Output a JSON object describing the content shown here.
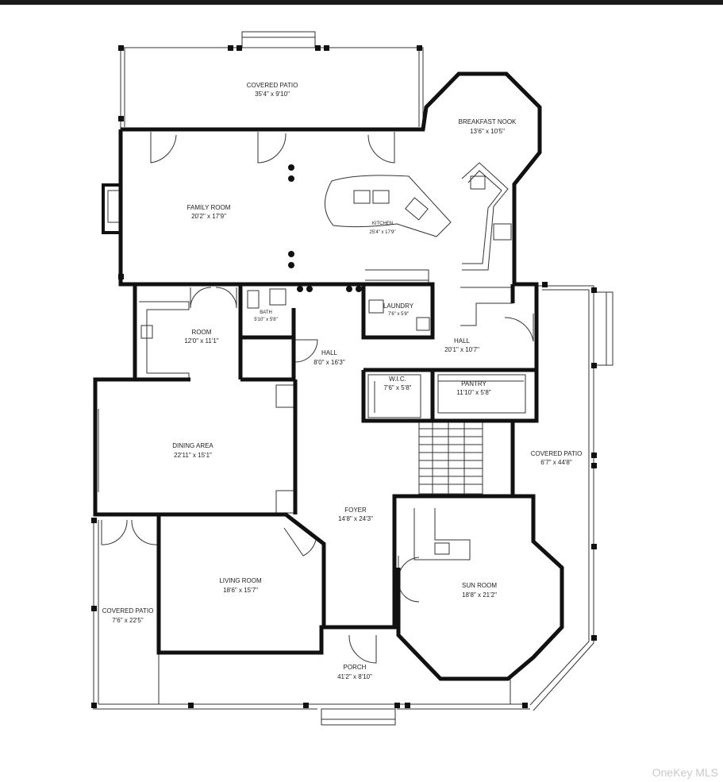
{
  "rooms": [
    {
      "key": "covered_patio_top",
      "name": "COVERED PATIO",
      "dims": "35'4\" x 9'10\""
    },
    {
      "key": "breakfast_nook",
      "name": "BREAKFAST NOOK",
      "dims": "13'6\" x 10'5\""
    },
    {
      "key": "family_room",
      "name": "FAMILY ROOM",
      "dims": "20'2\" x 17'9\""
    },
    {
      "key": "kitchen",
      "name": "KITCHEN",
      "dims": "25'4\" x 17'9\""
    },
    {
      "key": "laundry",
      "name": "LAUNDRY",
      "dims": "7'6\" x 5'8\""
    },
    {
      "key": "bath",
      "name": "BATH",
      "dims": "5'10\" x 5'8\""
    },
    {
      "key": "room",
      "name": "ROOM",
      "dims": "12'0\" x 11'1\""
    },
    {
      "key": "hall_small",
      "name": "HALL",
      "dims": "8'0\" x 16'3\""
    },
    {
      "key": "hall_main",
      "name": "HALL",
      "dims": "20'1\" x 10'7\""
    },
    {
      "key": "wic",
      "name": "W.I.C.",
      "dims": "7'6\" x 5'8\""
    },
    {
      "key": "pantry",
      "name": "PANTRY",
      "dims": "11'10\" x 5'8\""
    },
    {
      "key": "dining_area",
      "name": "DINING AREA",
      "dims": "22'11\" x 15'1\""
    },
    {
      "key": "covered_patio_right",
      "name": "COVERED PATIO",
      "dims": "6'7\" x 44'8\""
    },
    {
      "key": "foyer",
      "name": "FOYER",
      "dims": "14'8\" x 24'3\""
    },
    {
      "key": "living_room",
      "name": "LIVING ROOM",
      "dims": "18'6\" x 15'7\""
    },
    {
      "key": "sun_room",
      "name": "SUN ROOM",
      "dims": "18'8\" x 21'2\""
    },
    {
      "key": "covered_patio_left",
      "name": "COVERED PATIO",
      "dims": "7'6\" x 22'5\""
    },
    {
      "key": "porch",
      "name": "PORCH",
      "dims": "41'2\" x 8'10\""
    }
  ],
  "watermark": "OneKey MLS",
  "colors": {
    "wall": "#111111",
    "thin": "#333333",
    "background": "#ffffff"
  }
}
